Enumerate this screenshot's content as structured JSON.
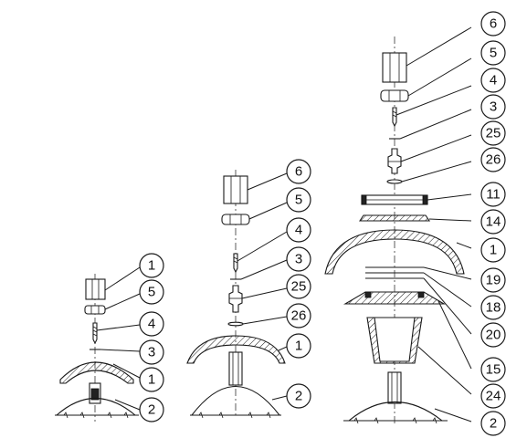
{
  "callouts": {
    "left": {
      "c1": "1",
      "c5": "5",
      "c4": "4",
      "c3": "3",
      "c1b": "1",
      "c2": "2"
    },
    "middle": {
      "c6": "6",
      "c5": "5",
      "c4": "4",
      "c3": "3",
      "c25": "25",
      "c26": "26",
      "c1": "1",
      "c2": "2"
    },
    "right": {
      "c6": "6",
      "c5": "5",
      "c4": "4",
      "c3": "3",
      "c25": "25",
      "c26": "26",
      "c11": "11",
      "c14": "14",
      "c1": "1",
      "c19": "19",
      "c18": "18",
      "c20": "20",
      "c15": "15",
      "c24": "24",
      "c2": "2"
    }
  }
}
